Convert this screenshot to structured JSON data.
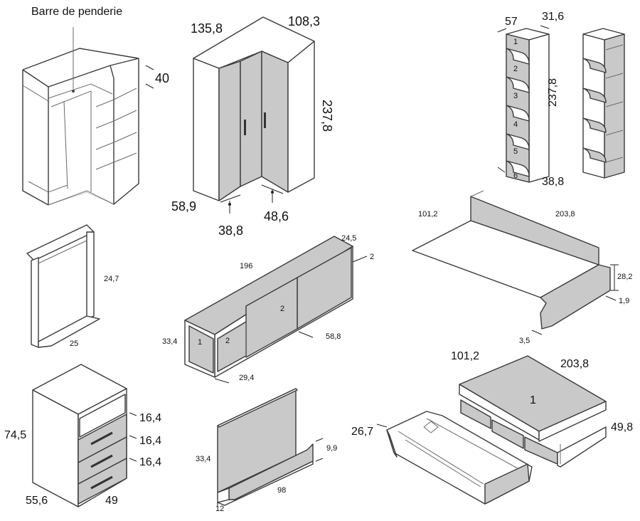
{
  "wardrobe": {
    "label": "Barre de penderie",
    "top_depth": "40",
    "width_left": "135,8",
    "width_right": "108,3",
    "height": "237,8",
    "depth_left": "58,9",
    "door_left": "38,8",
    "door_right": "48,6"
  },
  "shelf_unit": {
    "width": "57",
    "depth": "31,6",
    "height": "237,8",
    "bottom_depth": "38,8",
    "shelf_numbers": [
      "1",
      "2",
      "3",
      "4",
      "5",
      "6"
    ]
  },
  "bed_frame": {
    "width": "101,2",
    "length": "203,8",
    "side_height": "28,2",
    "thickness": "1,9",
    "foot": "3,5"
  },
  "mirror": {
    "height": "24,7",
    "width": "25"
  },
  "tv_unit": {
    "length": "196",
    "depth": "24,5",
    "thickness": "2",
    "height": "33,4",
    "inner_width": "58,8",
    "leg": "29,4",
    "compartment_numbers": [
      "1",
      "2",
      "2"
    ]
  },
  "nightstand": {
    "height": "74,5",
    "width": "55,6",
    "depth": "49",
    "drawers": [
      "16,4",
      "16,4",
      "16,4"
    ]
  },
  "headboard": {
    "height": "33,4",
    "ledge_height": "9,9",
    "width": "98",
    "ledge_depth": "12"
  },
  "trundle": {
    "width": "101,2",
    "length": "203,8",
    "height": "49,8",
    "drawer_height": "26,7",
    "top_number": "1"
  }
}
